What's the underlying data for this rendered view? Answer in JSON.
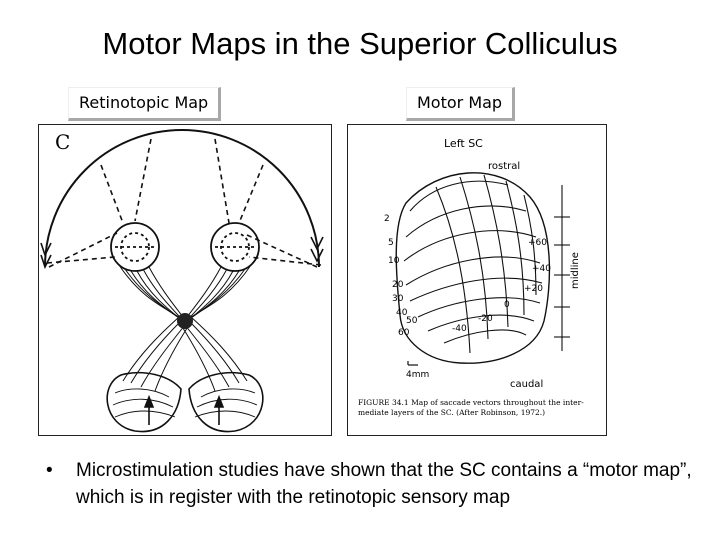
{
  "slide": {
    "title": "Motor Maps in the Superior Colliculus",
    "left_label": "Retinotopic Map",
    "right_label": "Motor Map",
    "bullet_symbol": "•",
    "bullet_text": "Microstimulation studies have shown that the SC contains a “motor map”, which is in register with the retinotopic sensory map"
  },
  "left_figure": {
    "panel_letter": "C"
  },
  "right_figure": {
    "header": "Left SC",
    "rostral": "rostral",
    "caudal": "caudal",
    "midline": "midline",
    "amplitude_labels": [
      "2",
      "5",
      "10",
      "20",
      "30",
      "40",
      "50",
      "60"
    ],
    "direction_labels": [
      "+60",
      "+40",
      "+20",
      "0",
      "-20",
      "-40"
    ],
    "scale": "4mm",
    "caption_line1": "FIGURE 34.1   Map of saccade vectors throughout the inter-",
    "caption_line2": "mediate layers of the SC. (After Robinson, 1972.)"
  }
}
